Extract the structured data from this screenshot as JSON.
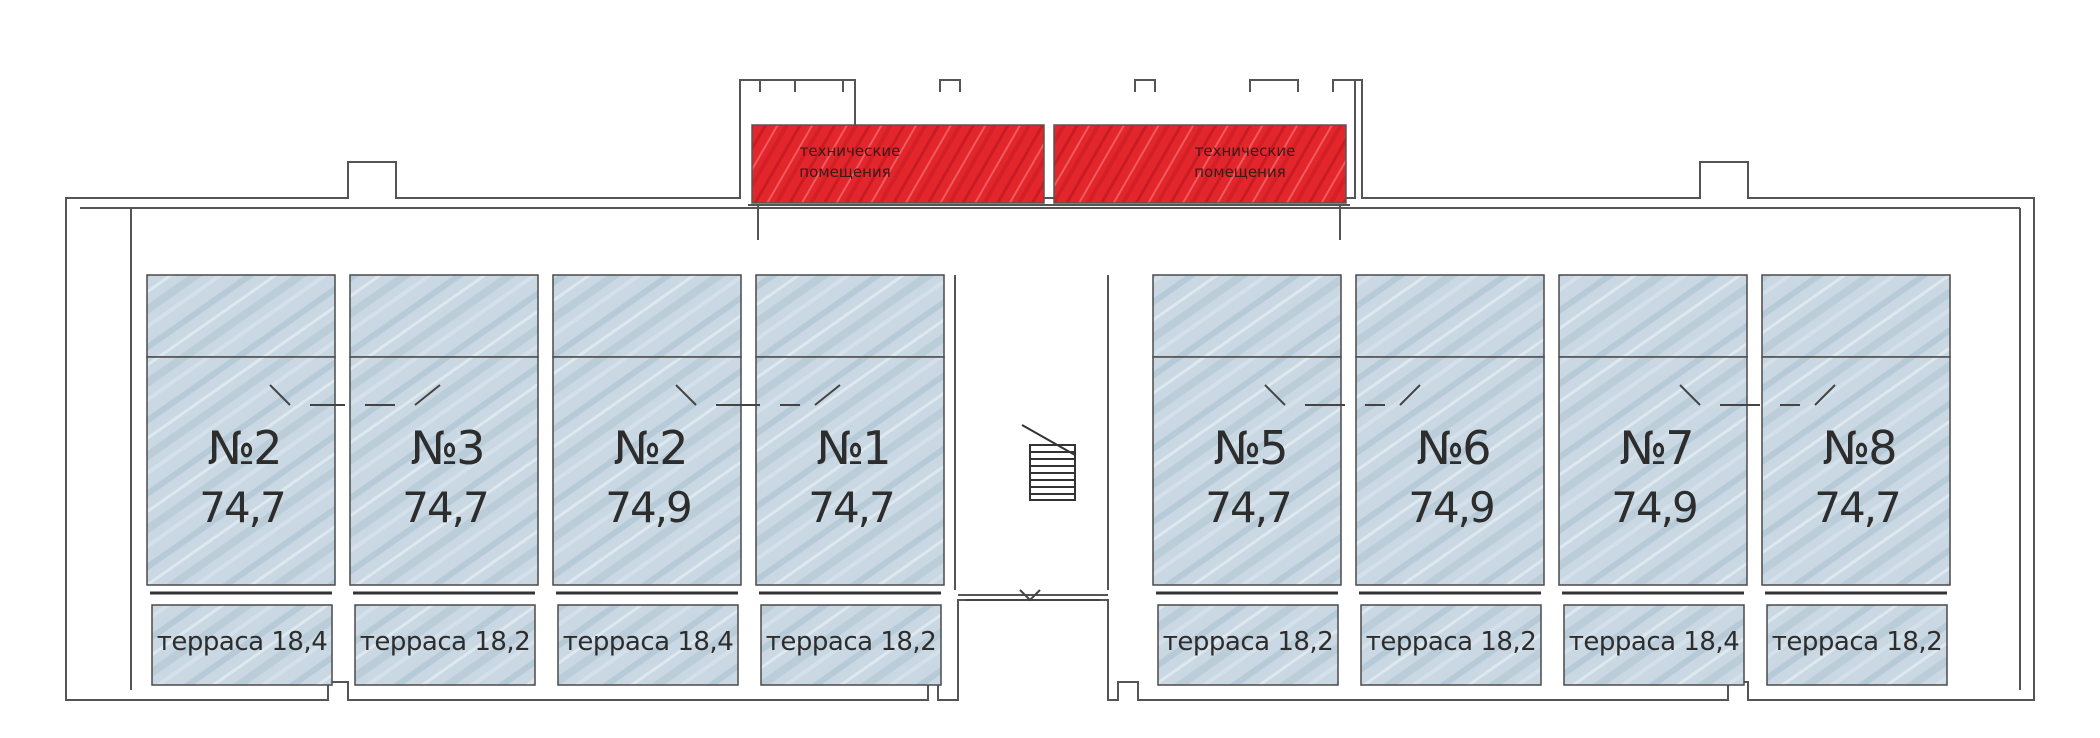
{
  "tech_rooms": [
    {
      "label_line1": "технические",
      "label_line2": "помещения"
    },
    {
      "label_line1": "технические",
      "label_line2": "помещения"
    }
  ],
  "units": [
    {
      "number": "№2",
      "area": "74,7",
      "terrace": "терраса 18,4"
    },
    {
      "number": "№3",
      "area": "74,7",
      "terrace": "терраса 18,2"
    },
    {
      "number": "№2",
      "area": "74,9",
      "terrace": "терраса 18,4"
    },
    {
      "number": "№1",
      "area": "74,7",
      "terrace": "терраса 18,2"
    },
    {
      "number": "№5",
      "area": "74,7",
      "terrace": "терраса 18,2"
    },
    {
      "number": "№6",
      "area": "74,9",
      "terrace": "терраса 18,2"
    },
    {
      "number": "№7",
      "area": "74,9",
      "terrace": "терраса 18,4"
    },
    {
      "number": "№8",
      "area": "74,7",
      "terrace": "терраса 18,2"
    }
  ],
  "colors": {
    "unit_fill": "#c6d6e2",
    "tech_fill": "#e0242a",
    "wall": "#555555",
    "text": "#2d2d2d"
  }
}
